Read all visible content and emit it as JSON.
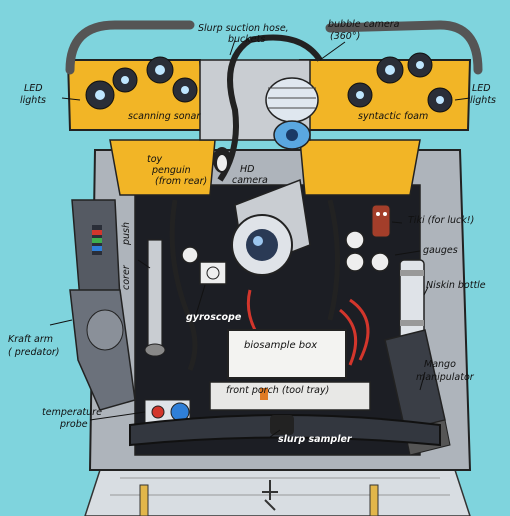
{
  "labels": {
    "slurp_suction_hose": "Slurp suction hose,",
    "buckets": "buckets",
    "bubble_camera_1": "bubble camera",
    "bubble_camera_2": "(360°)",
    "led_lights_left_1": "LED",
    "led_lights_left_2": "lights",
    "led_lights_right_1": "LED",
    "led_lights_right_2": "lights",
    "scanning_sonar": "scanning sonar",
    "syntactic_foam": "syntactic foam",
    "toy_penguin_1": "toy",
    "toy_penguin_2": "penguin",
    "toy_penguin_3": "(from rear)",
    "hd_camera_1": "HD",
    "hd_camera_2": "camera",
    "tiki": "Tiki (for luck!)",
    "gauges": "gauges",
    "niskin_bottle": "Niskin bottle",
    "push_corer_1": "push",
    "push_corer_2": "corer",
    "kraft_arm_1": "Kraft arm",
    "kraft_arm_2": "( predator)",
    "gyroscope": "gyroscope",
    "biosample_box": "biosample box",
    "front_porch": "front porch (tool tray)",
    "mango_manipulator_1": "Mango",
    "mango_manipulator_2": "manipulator",
    "temperature_probe_1": "temperature",
    "temperature_probe_2": "probe",
    "slurp_sampler": "slurp sampler"
  },
  "colors": {
    "background": "#7fd4dd",
    "foam_yellow": "#f2b526",
    "frame_gray": "#c9cdd2",
    "dark_interior": "#1c1e24",
    "hose_black": "#222222",
    "accent_red": "#d3362c",
    "accent_blue": "#2f7fd8"
  }
}
